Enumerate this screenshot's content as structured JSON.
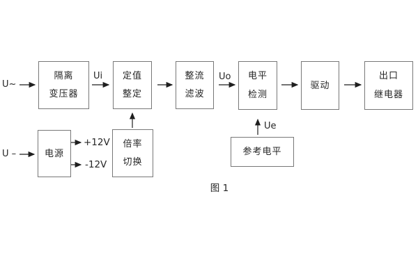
{
  "figure": {
    "caption": "图 1"
  },
  "colors": {
    "background": "#ffffff",
    "box_border": "#777777",
    "line": "#1f1f1f",
    "text": "#262626"
  },
  "blocks": [
    {
      "id": "isolation-transformer",
      "lines": [
        "隔离",
        "变压器"
      ]
    },
    {
      "id": "setting-adjustment",
      "lines": [
        "定值",
        "整定"
      ]
    },
    {
      "id": "rectifier-filter",
      "lines": [
        "整流",
        "滤波"
      ]
    },
    {
      "id": "level-detection",
      "lines": [
        "电平",
        "检测"
      ]
    },
    {
      "id": "drive",
      "lines": [
        "驱动"
      ]
    },
    {
      "id": "output-relay",
      "lines": [
        "出口",
        "继电器"
      ]
    },
    {
      "id": "power-supply",
      "lines": [
        "电源"
      ]
    },
    {
      "id": "multiplier-switch",
      "lines": [
        "倍率",
        "切换"
      ]
    },
    {
      "id": "reference-level",
      "lines": [
        "参考电平"
      ]
    }
  ],
  "labels": {
    "input_ac": "U~",
    "input_dc": "U –",
    "ui": "Ui",
    "uo": "Uo",
    "ue": "Ue",
    "plus12v": "+12V",
    "minus12v": "-12V"
  }
}
